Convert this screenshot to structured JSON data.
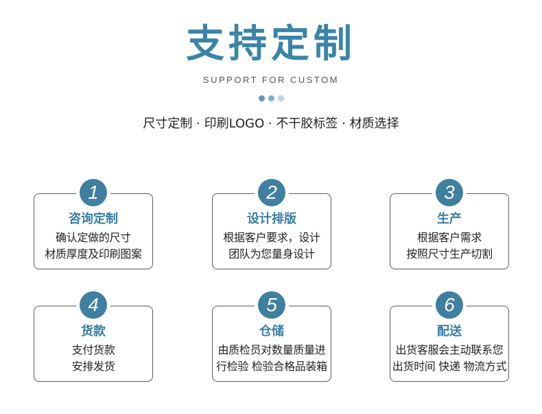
{
  "header": {
    "title": "支持定制",
    "subtitle": "SUPPORT FOR CUSTOM",
    "dots": [
      "#5e9ab8",
      "#7fb0c9",
      "#bcd6e3"
    ],
    "features": "尺寸定制 · 印刷LOGO · 不干胶标签 · 材质选择"
  },
  "colors": {
    "accent": "#3a84a8",
    "badge": "#3f7fa0",
    "border": "#5a5a5a"
  },
  "steps": [
    {
      "number": "1",
      "title": "咨询定制",
      "lines": [
        "确认定做的尺寸",
        "材质厚度及印刷图案"
      ]
    },
    {
      "number": "2",
      "title": "设计排版",
      "lines": [
        "根据客户要求，设计",
        "团队为您量身设计"
      ]
    },
    {
      "number": "3",
      "title": "生产",
      "lines": [
        "根据客户需求",
        "按照尺寸生产切割"
      ]
    },
    {
      "number": "4",
      "title": "货款",
      "lines": [
        "支付货款",
        "安排发货"
      ]
    },
    {
      "number": "5",
      "title": "仓储",
      "lines": [
        "由质检员对数量质量进",
        "行检验 检验合格品装箱"
      ]
    },
    {
      "number": "6",
      "title": "配送",
      "lines": [
        "出货客服会主动联系您",
        "出货时间 快递 物流方式"
      ]
    }
  ]
}
